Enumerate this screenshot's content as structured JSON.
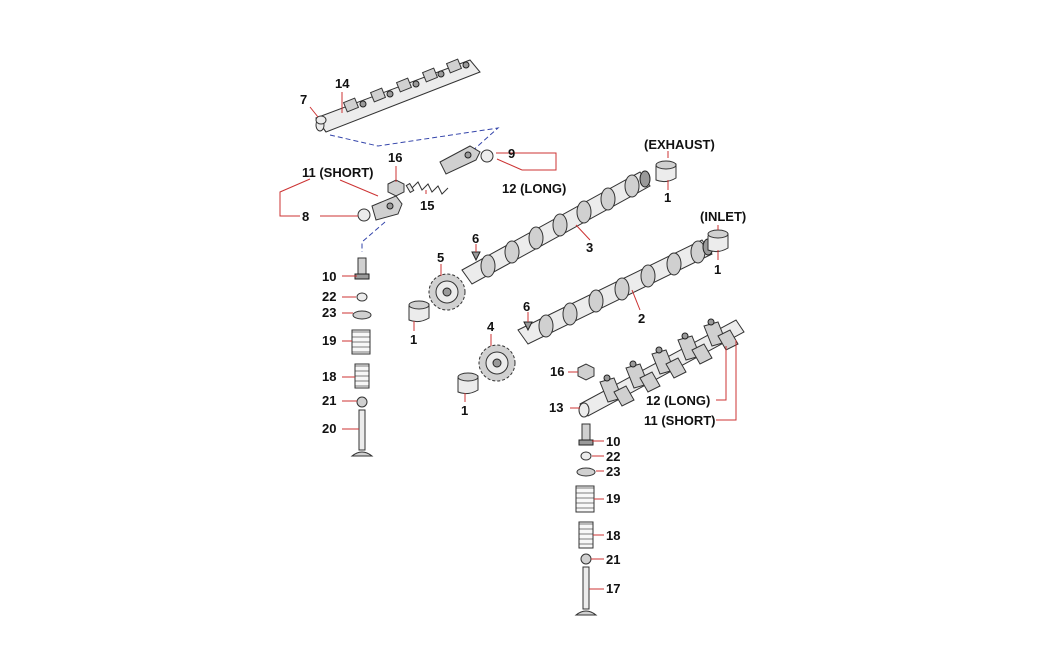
{
  "labels": {
    "l7": "7",
    "l14": "14",
    "l16a": "16",
    "l9": "9",
    "l11short_top": "11 (SHORT)",
    "l12long_top": "12 (LONG)",
    "l15": "15",
    "l8": "8",
    "l10a": "10",
    "l22a": "22",
    "l23a": "23",
    "l19a": "19",
    "l18a": "18",
    "l21a": "21",
    "l20": "20",
    "exhaust": "(EXHAUST)",
    "l1_exhaust": "1",
    "inlet": "(INLET)",
    "l1_inlet": "1",
    "l6a": "6",
    "l3": "3",
    "l5": "5",
    "l1_gear5": "1",
    "l6b": "6",
    "l2": "2",
    "l4": "4",
    "l1_gear4": "1",
    "l16b": "16",
    "l13": "13",
    "l12long_bottom": "12 (LONG)",
    "l11short_bottom": "11 (SHORT)",
    "l10b": "10",
    "l22b": "22",
    "l23b": "23",
    "l19b": "19",
    "l18b": "18",
    "l21b": "21",
    "l17": "17"
  }
}
